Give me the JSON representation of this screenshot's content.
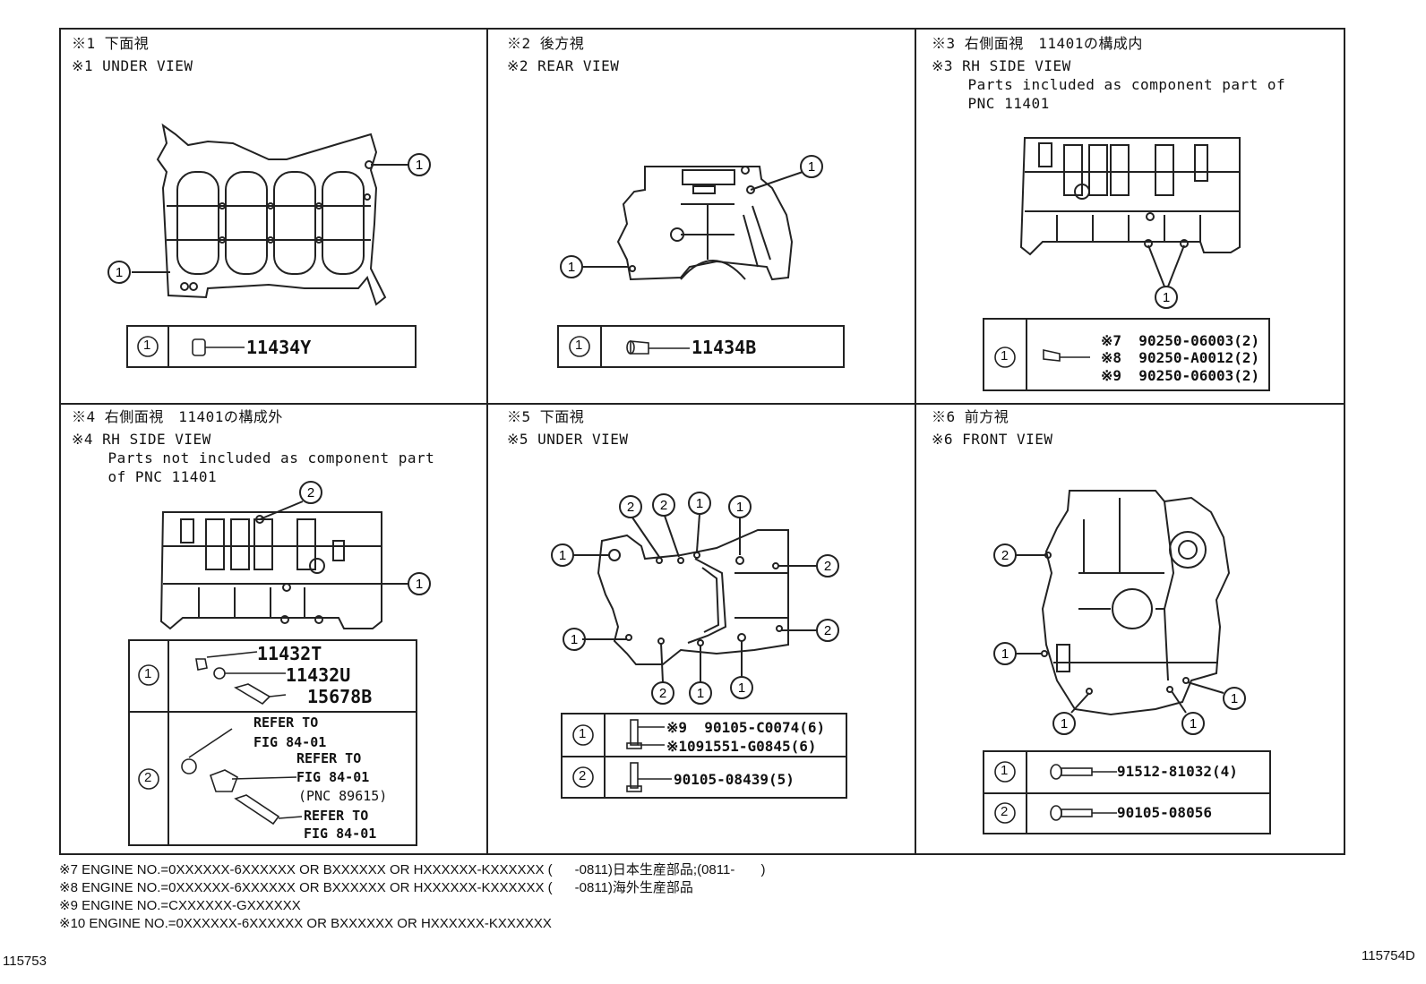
{
  "panels": [
    {
      "id": "p1",
      "header_lines": [
        "※1 下面視",
        "※1 UNDER VIEW"
      ],
      "parts": [
        {
          "ref": "1",
          "numbers": [
            "11434Y"
          ]
        }
      ]
    },
    {
      "id": "p2",
      "header_lines": [
        "※2 後方視",
        "※2 REAR VIEW"
      ],
      "parts": [
        {
          "ref": "1",
          "numbers": [
            "11434B"
          ]
        }
      ]
    },
    {
      "id": "p3",
      "header_lines": [
        "※3 右側面視　11401の構成内",
        "※3 RH SIDE VIEW",
        "    Parts included as component part of",
        "    PNC 11401"
      ],
      "parts": [
        {
          "ref": "1",
          "numbers": [
            "※7  90250-06003(2)",
            "※8  90250-A0012(2)",
            "※9  90250-06003(2)"
          ]
        }
      ]
    },
    {
      "id": "p4",
      "header_lines": [
        "※4 右側面視　11401の構成外",
        "※4 RH SIDE VIEW",
        "    Parts not included as component part",
        "    of PNC 11401"
      ],
      "parts": [
        {
          "ref": "1",
          "numbers": [
            "11432T",
            "11432U",
            "15678B"
          ]
        },
        {
          "ref": "2",
          "numbers": [
            "REFER TO",
            "FIG 84-01",
            "REFER TO",
            "FIG 84-01",
            "(PNC 89615)",
            "REFER TO",
            "FIG 84-01"
          ]
        }
      ]
    },
    {
      "id": "p5",
      "header_lines": [
        "※5 下面視",
        "※5 UNDER VIEW"
      ],
      "parts": [
        {
          "ref": "1",
          "numbers": [
            "※9  90105-C0074(6)",
            "※1091551-G0845(6)"
          ]
        },
        {
          "ref": "2",
          "numbers": [
            "90105-08439(5)"
          ]
        }
      ]
    },
    {
      "id": "p6",
      "header_lines": [
        "※6 前方視",
        "※6 FRONT VIEW"
      ],
      "parts": [
        {
          "ref": "1",
          "numbers": [
            "91512-81032(4)"
          ]
        },
        {
          "ref": "2",
          "numbers": [
            "90105-08056"
          ]
        }
      ]
    }
  ],
  "callout_labels": [
    "1",
    "2"
  ],
  "footnotes": [
    "※7 ENGINE NO.=0XXXXXX-6XXXXXX OR BXXXXXX OR HXXXXXX-KXXXXXX (      -0811)日本生産部品;(0811-       )",
    "※8 ENGINE NO.=0XXXXXX-6XXXXXX OR BXXXXXX OR HXXXXXX-KXXXXXX (      -0811)海外生産部品",
    "※9 ENGINE NO.=CXXXXXX-GXXXXXX",
    "※10 ENGINE NO.=0XXXXXX-6XXXXXX OR BXXXXXX OR HXXXXXX-KXXXXXX"
  ],
  "codes": {
    "left": "115753",
    "right": "115754D"
  }
}
